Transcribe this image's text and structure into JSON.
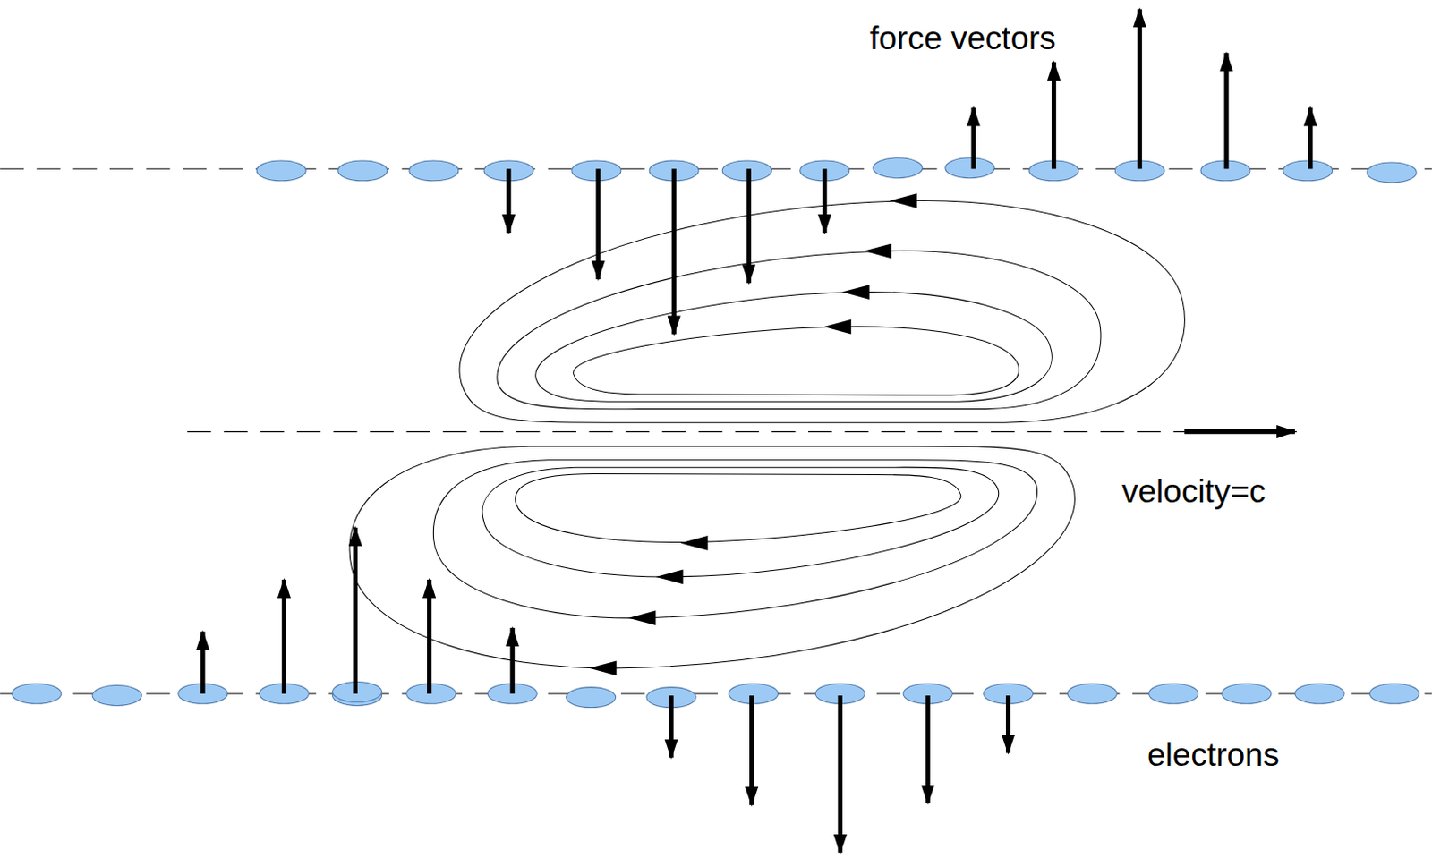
{
  "diagram": {
    "labels": [
      "force vectors",
      "velocity=c",
      "electrons"
    ]
  }
}
